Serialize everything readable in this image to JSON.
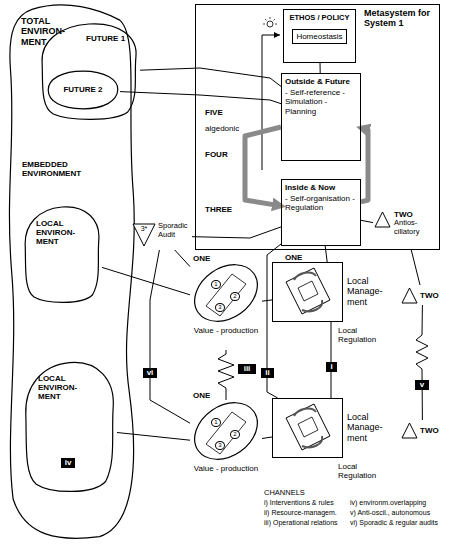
{
  "diagram": {
    "nodes": [
      {
        "text": [
          "TOTAL ENVIRON- MENT"
        ]
      },
      {
        "text": [
          "FUTURE 1"
        ],
        "in": 0
      },
      {
        "text": [
          "FUTURE 2"
        ],
        "in": 1
      },
      {
        "text": [
          "LOCAL ENVIRON- MENT"
        ],
        "in": 0
      },
      {
        "text": [
          "LOCAL ENVIRON- MENT"
        ],
        "in": 0
      },
      {
        "text": [
          "Metasystem for System 1"
        ]
      },
      {
        "text": [
          "ETHOS / POLICY",
          "Homeostasis"
        ],
        "in": 5
      },
      {
        "text": [
          "Outside & Future",
          "- Self-reference - Simulation - Planning"
        ],
        "in": 5
      },
      {
        "text": [
          "Inside & Now",
          "- Self-organisation - Regulation"
        ],
        "in": 5
      },
      {
        "text": [
          "TWO",
          "Antios- cillatory"
        ],
        "in": 5
      },
      {
        "text": [
          "Local Manage- ment"
        ]
      },
      {
        "text": [
          "Local Manage- ment"
        ]
      },
      {
        "text": [
          "Value - production"
        ]
      },
      {
        "text": [
          "Value - production"
        ]
      },
      {
        "text": [
          "TWO"
        ]
      },
      {
        "text": [
          "TWO"
        ]
      },
      {
        "text": [
          "3*",
          "Sporadic Audit"
        ]
      }
    ],
    "edges": [
      {
        "from": 3,
        "to": 12,
        "arrow": "none"
      },
      {
        "from": 4,
        "to": 13,
        "arrow": "none"
      },
      {
        "from": 12,
        "to": 10,
        "arrow": "none"
      },
      {
        "from": 13,
        "to": 11,
        "arrow": "none"
      },
      {
        "from": 8,
        "to": 10,
        "arrow": "none"
      },
      {
        "from": 8,
        "to": 11,
        "arrow": "none"
      },
      {
        "from": 9,
        "to": 14,
        "arrow": "none"
      },
      {
        "from": 14,
        "to": 15,
        "arrow": "none"
      },
      {
        "from": 12,
        "to": 13,
        "arrow": "none"
      },
      {
        "from": 16,
        "to": 8,
        "arrow": "none"
      },
      {
        "from": 16,
        "to": 13,
        "arrow": "none"
      },
      {
        "from": 16,
        "to": 12,
        "arrow": "none"
      },
      {
        "from": 2,
        "to": 7,
        "arrow": "none"
      },
      {
        "from": 1,
        "to": 7,
        "arrow": "none"
      },
      {
        "from": 6,
        "to": 7,
        "arrow": "none"
      },
      {
        "from": 7,
        "to": 8,
        "arrow": "to"
      },
      {
        "from": 8,
        "to": 7,
        "arrow": "to"
      },
      {
        "from": 8,
        "to": 9,
        "arrow": "none"
      },
      {
        "from": 10,
        "to": 11,
        "arrow": "none"
      }
    ],
    "labels": [
      "EMBEDDED ENVIRONMENT",
      "iv",
      "FIVE",
      "algedonic",
      "FOUR",
      "THREE",
      "ONE",
      "ONE",
      "ONE",
      "Local Regulation",
      "Local Regulation",
      "vi",
      "iii",
      "ii",
      "i",
      "v",
      "1",
      "2",
      "3",
      "1",
      "2",
      "3",
      "CHANNELS",
      "i) Interventions & rules",
      "ii) Resource-managem.",
      "iii) Operational relations",
      "iv) environm.overlapping",
      "v) Anti-oscil., autonomous",
      "vi) Sporadic & regular audits"
    ]
  }
}
